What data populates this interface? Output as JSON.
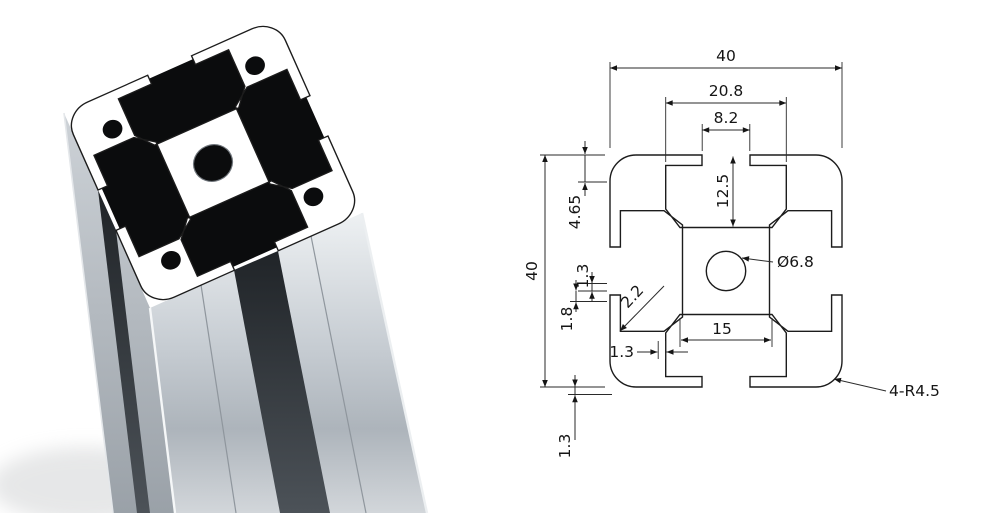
{
  "page": {
    "background": "#ffffff"
  },
  "photo": {
    "metal_light": "#f2f4f6",
    "metal_mid": "#c3c9cf",
    "metal_dark": "#aab1b8",
    "slot_color": "#24282c"
  },
  "drawing": {
    "line_color": "#1c1c1c",
    "dimensions": {
      "overall_width": "40",
      "cavity_width": "20.8",
      "slot_opening": "8.2",
      "overall_height": "40",
      "face_to_lip": "4.65",
      "slot_depth": "12.5",
      "wall_upper": "1.3",
      "wall_lower": "1.8",
      "bottom_lip": "1.3",
      "core_width": "15",
      "lip_thickness": "1.3",
      "web_thickness": "2.2",
      "center_bore": "Ø6.8",
      "corner_radius": "4-R4.5"
    }
  }
}
